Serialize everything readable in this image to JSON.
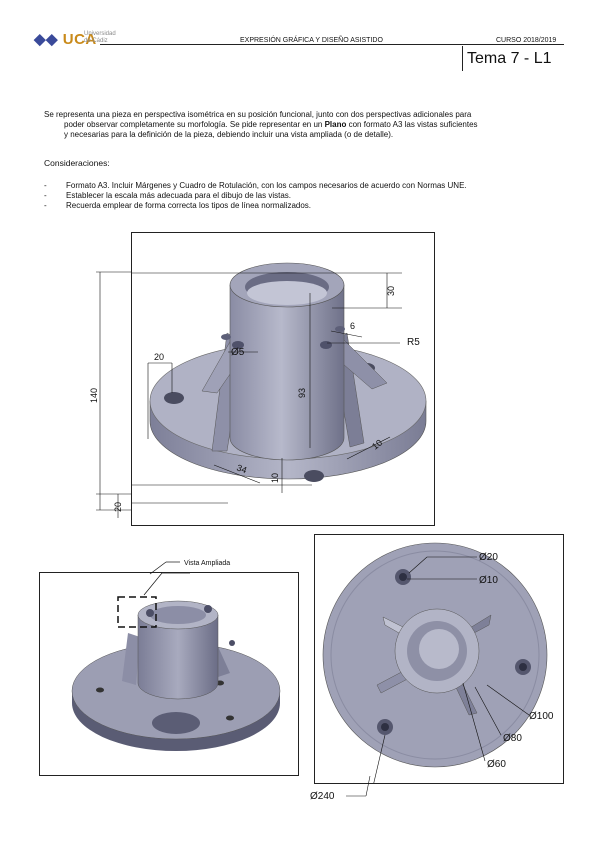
{
  "header": {
    "logo_main": "UCA",
    "logo_sub_1": "Universidad",
    "logo_sub_2": "de Cádiz",
    "course_title": "EXPRESIÓN GRÁFICA Y DISEÑO ASISTIDO",
    "year": "CURSO 2018/2019",
    "tema": "Tema 7 - L1"
  },
  "intro": {
    "line1": "Se representa una pieza en perspectiva isométrica en su posición funcional, junto con dos perspectivas adicionales para",
    "line2_a": "poder observar completamente su morfología. Se pide representar en un ",
    "line2_bold": "Plano",
    "line2_b": " con formato A3 las vistas suficientes",
    "line3": "y necesarias para la definición de la pieza, debiendo incluir una vista ampliada (o de detalle)."
  },
  "considerations_title": "Consideraciones:",
  "bullets": [
    "Formato A3. Incluir Márgenes y Cuadro de Rotulación, con los campos necesarios de acuerdo con Normas UNE.",
    "Establecer la escala más adecuada para el dibujo de las vistas.",
    "Recuerda emplear de forma correcta los tipos de línea normalizados."
  ],
  "main_figure": {
    "dims": {
      "d30": "30",
      "d6": "6",
      "r5": "R5",
      "d5": "Ø5",
      "d20": "20",
      "d140": "140",
      "d93": "93",
      "d10a": "10",
      "d34": "34",
      "d10b": "10",
      "d20b": "20"
    }
  },
  "left_figure": {
    "label": "Vista Ampliada"
  },
  "right_figure": {
    "dims": {
      "o20": "Ø20",
      "o10": "Ø10",
      "o100": "Ø100",
      "o80": "Ø80",
      "o60": "Ø60",
      "o240": "Ø240"
    }
  },
  "colors": {
    "part_gray": "#9a9cb2",
    "part_dark": "#6e7088",
    "logo_blue": "#3a4a9a",
    "logo_gold": "#c98a1a"
  }
}
